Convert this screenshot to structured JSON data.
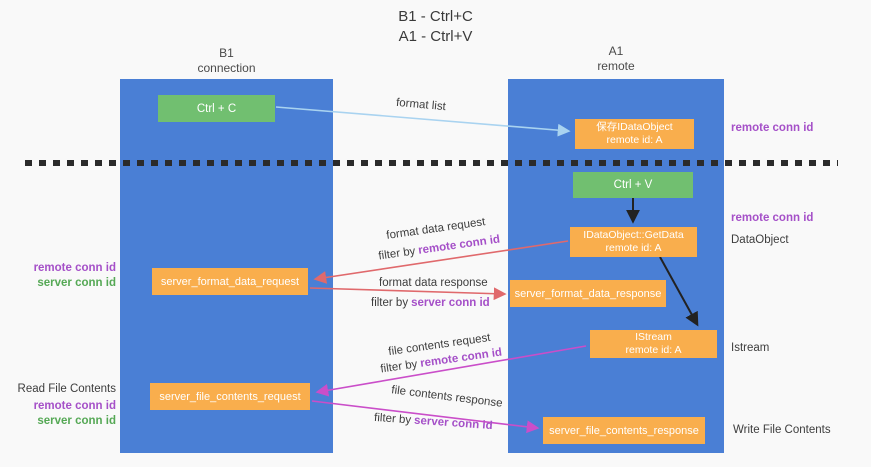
{
  "title": {
    "line1": "B1 - Ctrl+C",
    "line2": "A1 - Ctrl+V"
  },
  "columns": {
    "left": {
      "name": "B1",
      "subtitle": "connection"
    },
    "right": {
      "name": "A1",
      "subtitle": "remote"
    }
  },
  "nodes": {
    "ctrl_c": {
      "label": "Ctrl + C"
    },
    "ctrl_v": {
      "label": "Ctrl + V"
    },
    "save_dataobject": {
      "line1": "保存IDataObject",
      "line2": "remote id: A"
    },
    "getdata": {
      "line1": "IDataObject::GetData",
      "line2": "remote id: A"
    },
    "istream": {
      "line1": "IStream",
      "line2": "remote id: A"
    },
    "server_format_data_request": {
      "label": "server_format_data_request"
    },
    "server_format_data_response": {
      "label": "server_format_data_response"
    },
    "server_file_contents_request": {
      "label": "server_file_contents_request"
    },
    "server_file_contents_response": {
      "label": "server_file_contents_response"
    }
  },
  "arrows": {
    "format_list": {
      "label": "format list"
    },
    "format_data_request": {
      "label": "format data request",
      "filter_prefix": "filter by",
      "filter_key": "remote conn id"
    },
    "format_data_response": {
      "label": "format data response",
      "filter_prefix": "filter by",
      "filter_key": "server conn id"
    },
    "file_contents_request": {
      "label": "file contents request",
      "filter_prefix": "filter by",
      "filter_key": "remote conn id"
    },
    "file_contents_response": {
      "label": "file contents response",
      "filter_prefix": "filter by",
      "filter_key": "server conn id"
    }
  },
  "side_labels": {
    "right_remote_conn_id_top": "remote conn id",
    "right_remote_conn_id_mid": "remote conn id",
    "dataobject": "DataObject",
    "istream": "Istream",
    "write_file_contents": "Write File Contents",
    "left_remote_conn_id_1": "remote conn id",
    "left_server_conn_id_1": "server conn id",
    "read_file_contents": "Read File Contents",
    "left_remote_conn_id_2": "remote conn id",
    "left_server_conn_id_2": "server conn id"
  },
  "colors": {
    "column_blue": "#4a7fd5",
    "node_orange": "#f9ae4d",
    "node_green": "#71bf70",
    "arrow_light_blue": "#a9d3f0",
    "arrow_red": "#e0696c",
    "arrow_magenta": "#ca4ec9",
    "label_purple": "#a550c8",
    "label_green": "#55a855",
    "text_dark": "#3d3d3d",
    "dash_black": "#2b2b2b",
    "background": "#f9f9f9"
  }
}
